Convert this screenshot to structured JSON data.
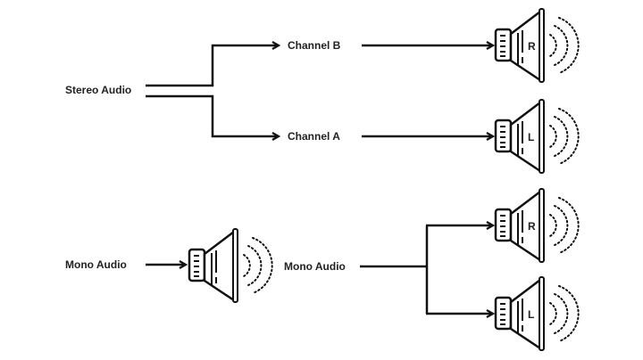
{
  "stereo": {
    "source": "Stereo Audio",
    "channel_b": "Channel B",
    "channel_a": "Channel A",
    "speaker_b_label": "R",
    "speaker_a_label": "L"
  },
  "mono": {
    "source": "Mono Audio",
    "output": "Mono Audio",
    "speaker_top_label": "R",
    "speaker_bottom_label": "L"
  },
  "colors": {
    "stroke": "#111111",
    "background": "#ffffff"
  }
}
